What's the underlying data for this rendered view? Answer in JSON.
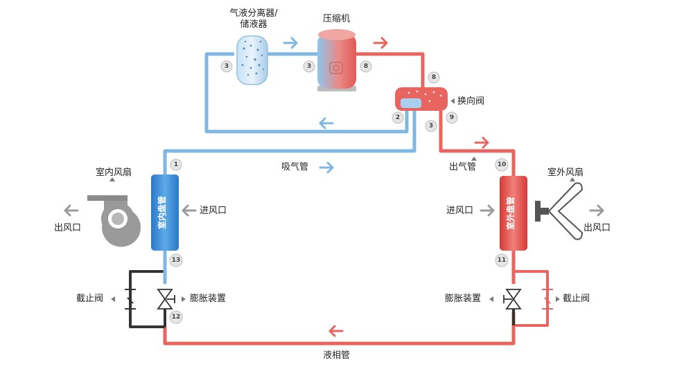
{
  "labels": {
    "separator": "气液分离器/\n储液器",
    "compressor": "压缩机",
    "reversing_valve": "换向阀",
    "suction_pipe": "吸气管",
    "discharge_pipe": "出气管",
    "indoor_fan": "室内风扇",
    "outdoor_fan": "室外风扇",
    "indoor_coil": "室内盘管",
    "outdoor_coil": "室外盘管",
    "air_in_left": "进风口",
    "air_in_right": "进风口",
    "air_out_left": "出风口",
    "air_out_right": "出风口",
    "shutoff_left": "截止阀",
    "shutoff_right": "截止阀",
    "expansion_left": "膨胀装置",
    "expansion_right": "膨胀装置",
    "liquid_pipe": "液相管"
  },
  "points": {
    "p1": "1",
    "p2": "2",
    "p3a": "3",
    "p3b": "3",
    "p3c": "3",
    "p8a": "8",
    "p8b": "8",
    "p9": "9",
    "p10": "10",
    "p11": "11",
    "p12": "12",
    "p13": "13"
  },
  "colors": {
    "cold": "#7fb7e3",
    "hot": "#e8645e",
    "dark": "#333333",
    "badge": "#e6e6e6"
  }
}
